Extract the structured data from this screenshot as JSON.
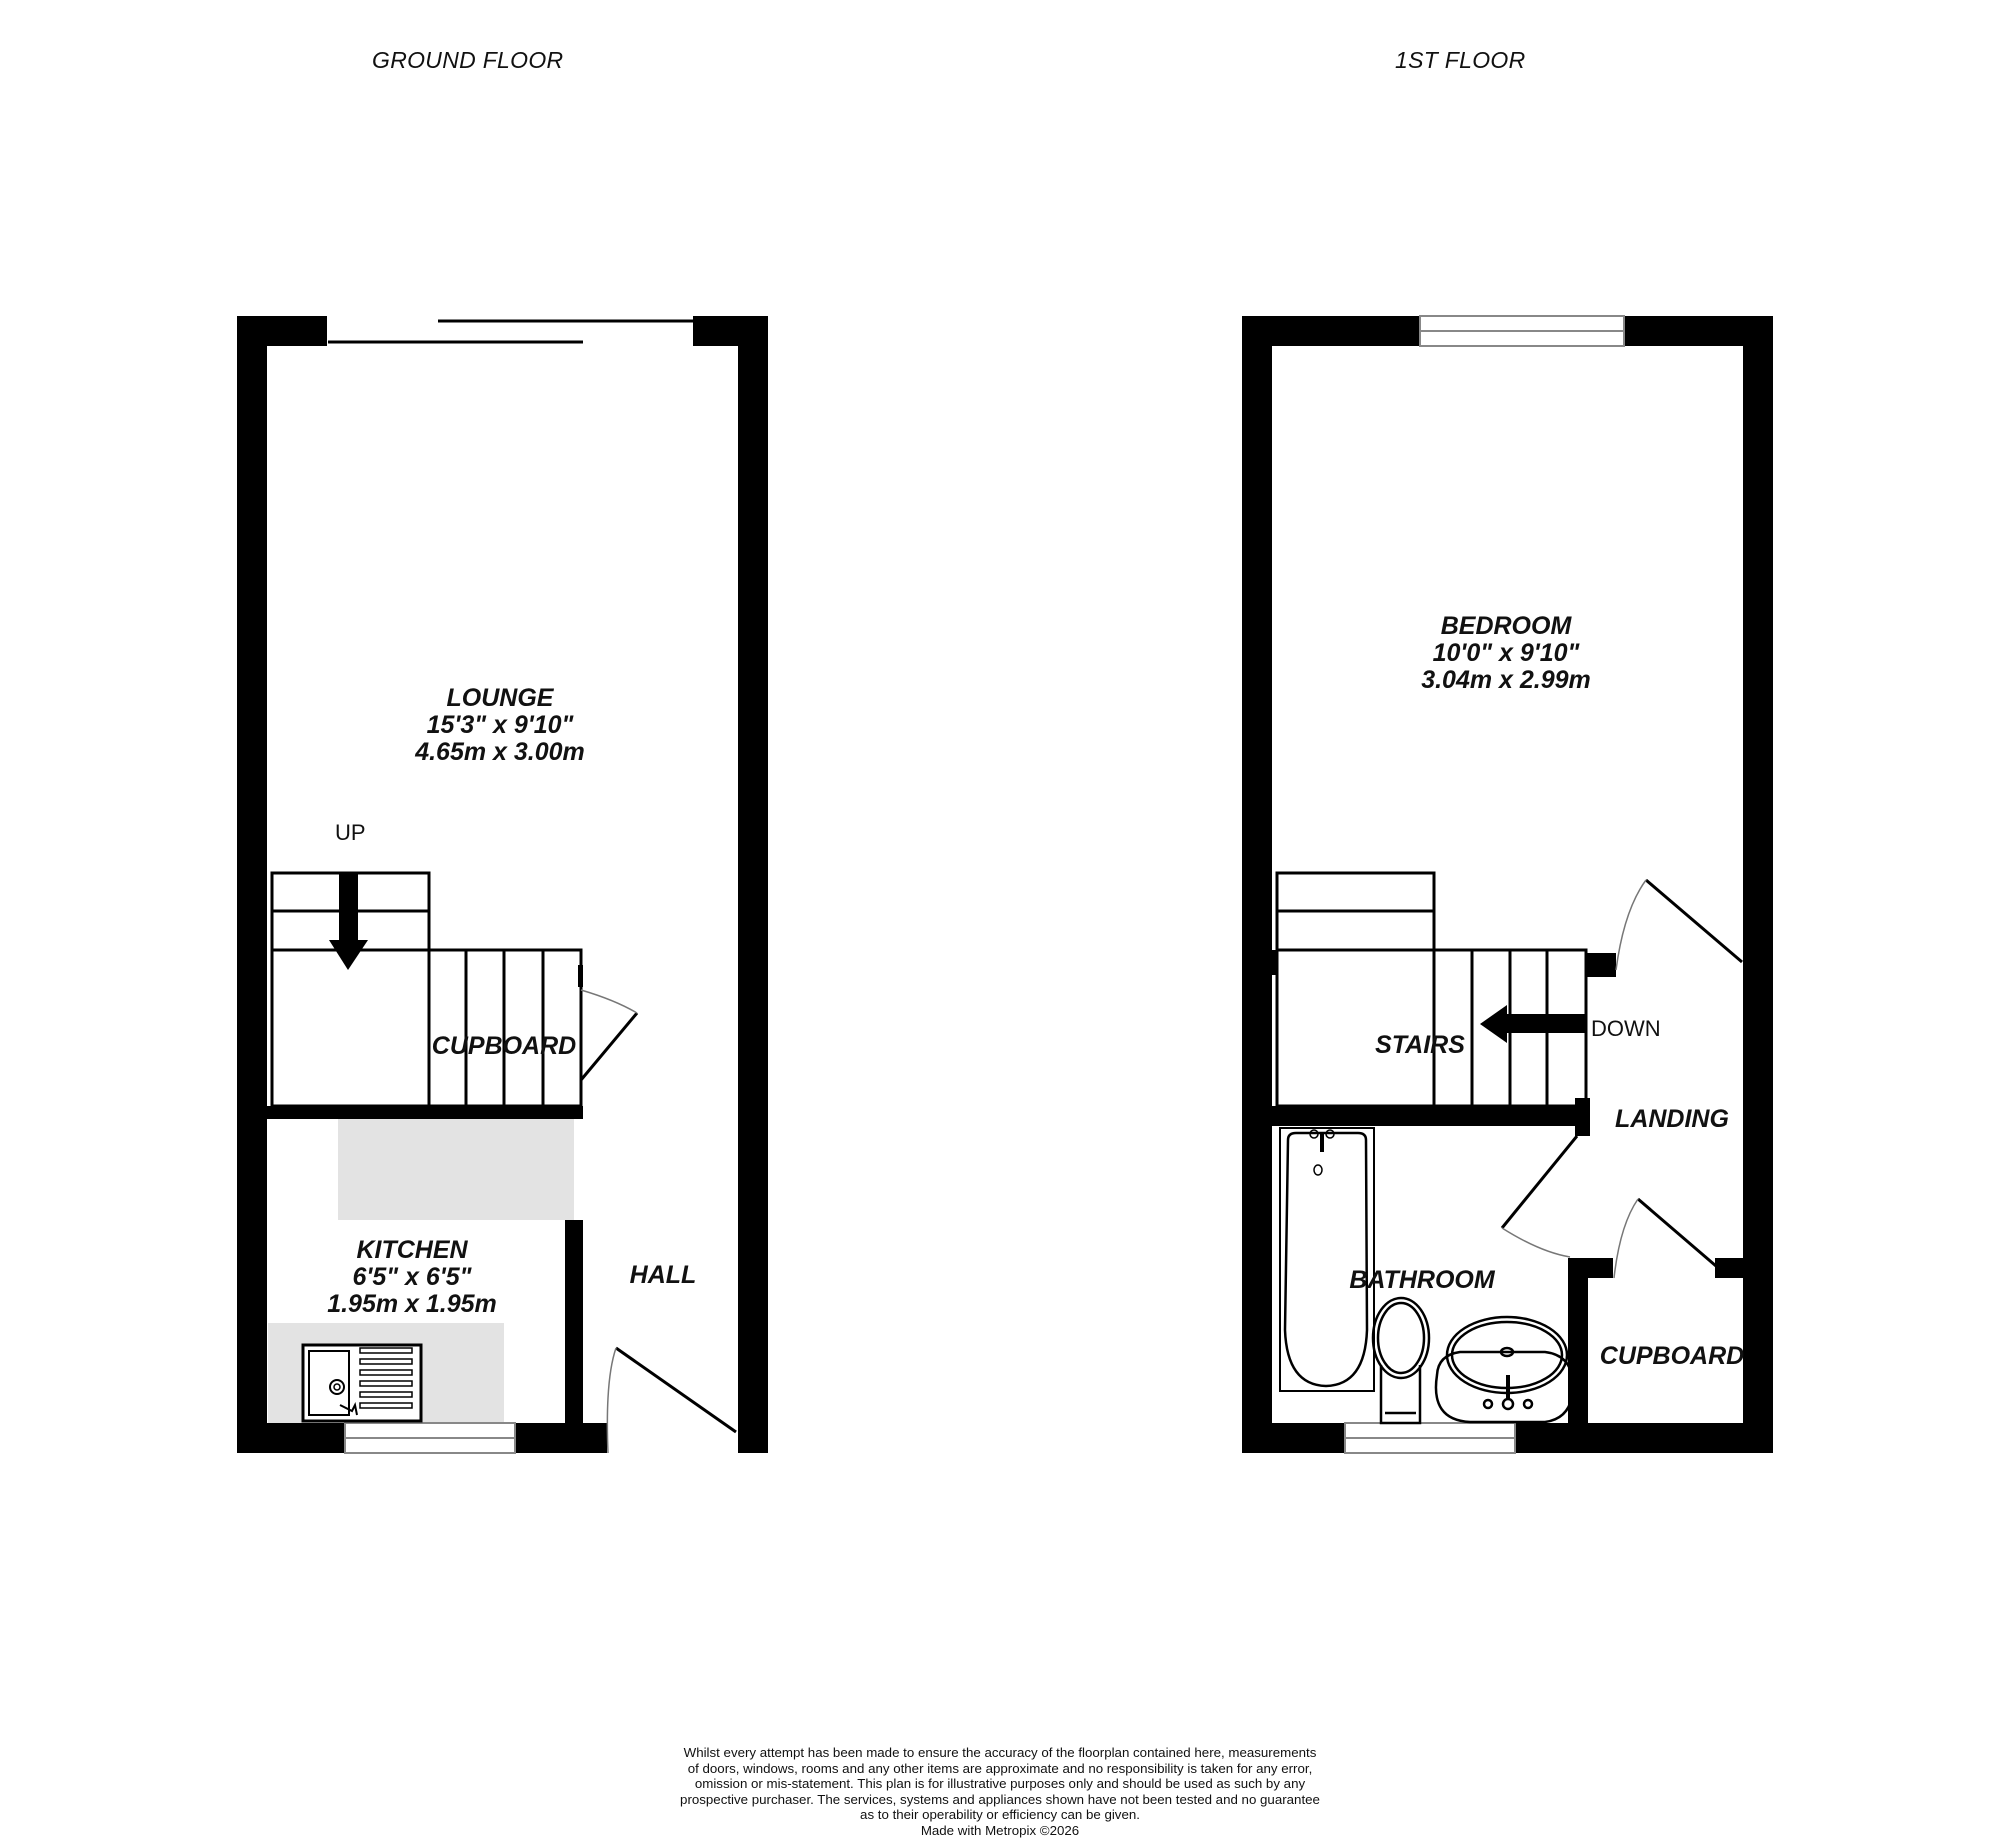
{
  "floors": [
    {
      "title": "GROUND FLOOR",
      "rooms": [
        {
          "name": "LOUNGE",
          "dim_imperial": "15'3\"  x 9'10\"",
          "dim_metric": "4.65m  x 3.00m"
        },
        {
          "name": "CUPBOARD"
        },
        {
          "name": "KITCHEN",
          "dim_imperial": "6'5\"  x 6'5\"",
          "dim_metric": "1.95m  x 1.95m"
        },
        {
          "name": "HALL"
        }
      ],
      "annotations": {
        "stairs_direction": "UP"
      }
    },
    {
      "title": "1ST FLOOR",
      "rooms": [
        {
          "name": "BEDROOM",
          "dim_imperial": "10'0\"  x 9'10\"",
          "dim_metric": "3.04m  x 2.99m"
        },
        {
          "name": "STAIRS"
        },
        {
          "name": "LANDING"
        },
        {
          "name": "BATHROOM"
        },
        {
          "name": "CUPBOARD"
        }
      ],
      "annotations": {
        "stairs_direction": "DOWN"
      }
    }
  ],
  "icons": [
    "stairs-arrow-down-icon",
    "stairs-arrow-left-icon",
    "sink-icon",
    "bath-icon",
    "toilet-icon",
    "basin-icon",
    "window-icon",
    "door-swing-icon",
    "sliding-door-icon"
  ],
  "colors": {
    "wall": "#000000",
    "worktop": "#e3e3e3",
    "window": "#888888",
    "background": "#ffffff"
  },
  "disclaimer": {
    "lines": [
      "Whilst every attempt has been made to ensure the accuracy of the floorplan contained here, measurements",
      "of doors, windows, rooms and any other items are approximate and no responsibility is taken for any error,",
      "omission or mis-statement. This plan is for illustrative purposes only and should be used as such by any",
      "prospective purchaser. The services, systems and appliances shown have not been tested and no guarantee",
      "as to their operability or efficiency can be given."
    ],
    "credit": "Made with Metropix ©2026"
  }
}
